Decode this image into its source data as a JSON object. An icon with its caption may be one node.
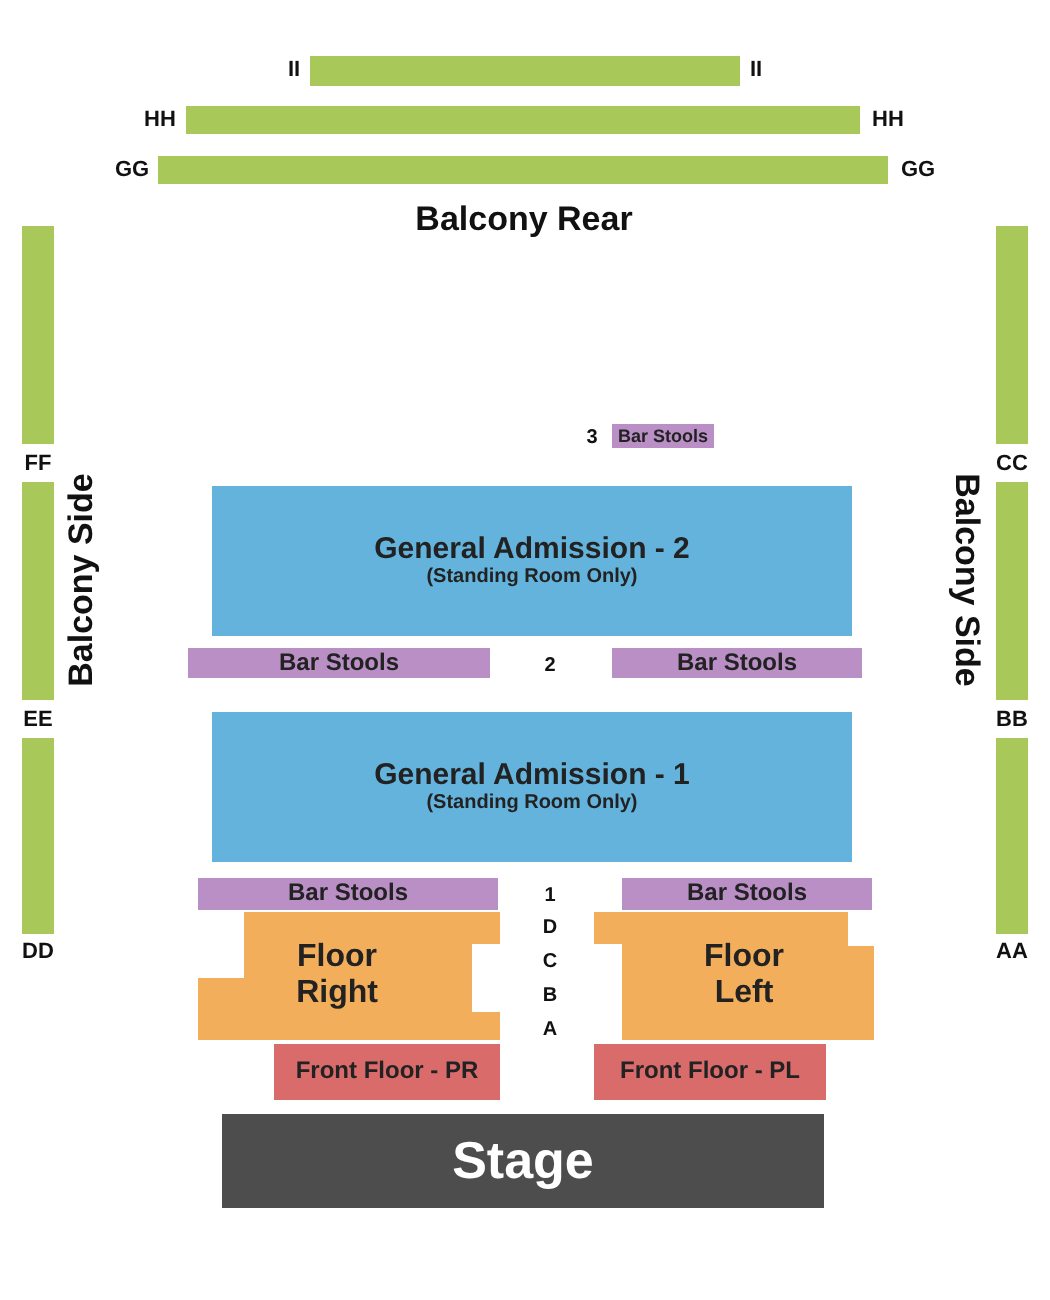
{
  "diagram": {
    "nodes": [
      {
        "text": [],
        "shape": "bar"
      },
      {
        "text": [],
        "shape": "bar"
      },
      {
        "text": [],
        "shape": "bar"
      },
      {
        "text": [],
        "shape": "bar"
      },
      {
        "text": [],
        "shape": "bar"
      },
      {
        "text": [
          "Bar Stools"
        ]
      },
      {
        "text": [
          "General Admission - 2",
          "(Standing Room Only)"
        ]
      },
      {
        "text": [],
        "shape": "bar"
      },
      {
        "text": [],
        "shape": "bar"
      },
      {
        "text": [
          "Bar Stools"
        ]
      },
      {
        "text": [
          "Bar Stools"
        ]
      },
      {
        "text": [
          "General Admission - 1",
          "(Standing Room Only)"
        ]
      },
      {
        "text": [],
        "shape": "bar"
      },
      {
        "text": [],
        "shape": "bar"
      },
      {
        "text": [
          "Bar Stools"
        ]
      },
      {
        "text": [
          "Bar Stools"
        ]
      },
      {
        "text": [
          "Floor Right"
        ]
      },
      {
        "text": [
          "Floor Left"
        ]
      },
      {
        "text": [
          "Front Floor - PR"
        ]
      },
      {
        "text": [
          "Front Floor - PL"
        ]
      },
      {
        "text": [
          "Stage"
        ]
      }
    ],
    "labels": [
      "II",
      "II",
      "HH",
      "HH",
      "GG",
      "GG",
      "Balcony Rear",
      "3",
      "FF",
      "CC",
      "Balcony Side",
      "Balcony Side",
      "2",
      "EE",
      "BB",
      "1",
      "D",
      "C",
      "B",
      "A",
      "DD",
      "AA"
    ]
  }
}
